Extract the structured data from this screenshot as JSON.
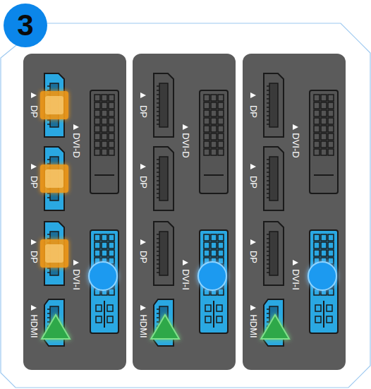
{
  "diagram": {
    "labels": [
      "3",
      "DP",
      "DVI-D",
      "DP",
      "DP",
      "DVI-I",
      "HDMI",
      "DP",
      "DVI-D",
      "DP",
      "DP",
      "DVI-I",
      "HDMI",
      "DP",
      "DVI-D",
      "DP",
      "DP",
      "DVI-I",
      "HDMI"
    ]
  }
}
